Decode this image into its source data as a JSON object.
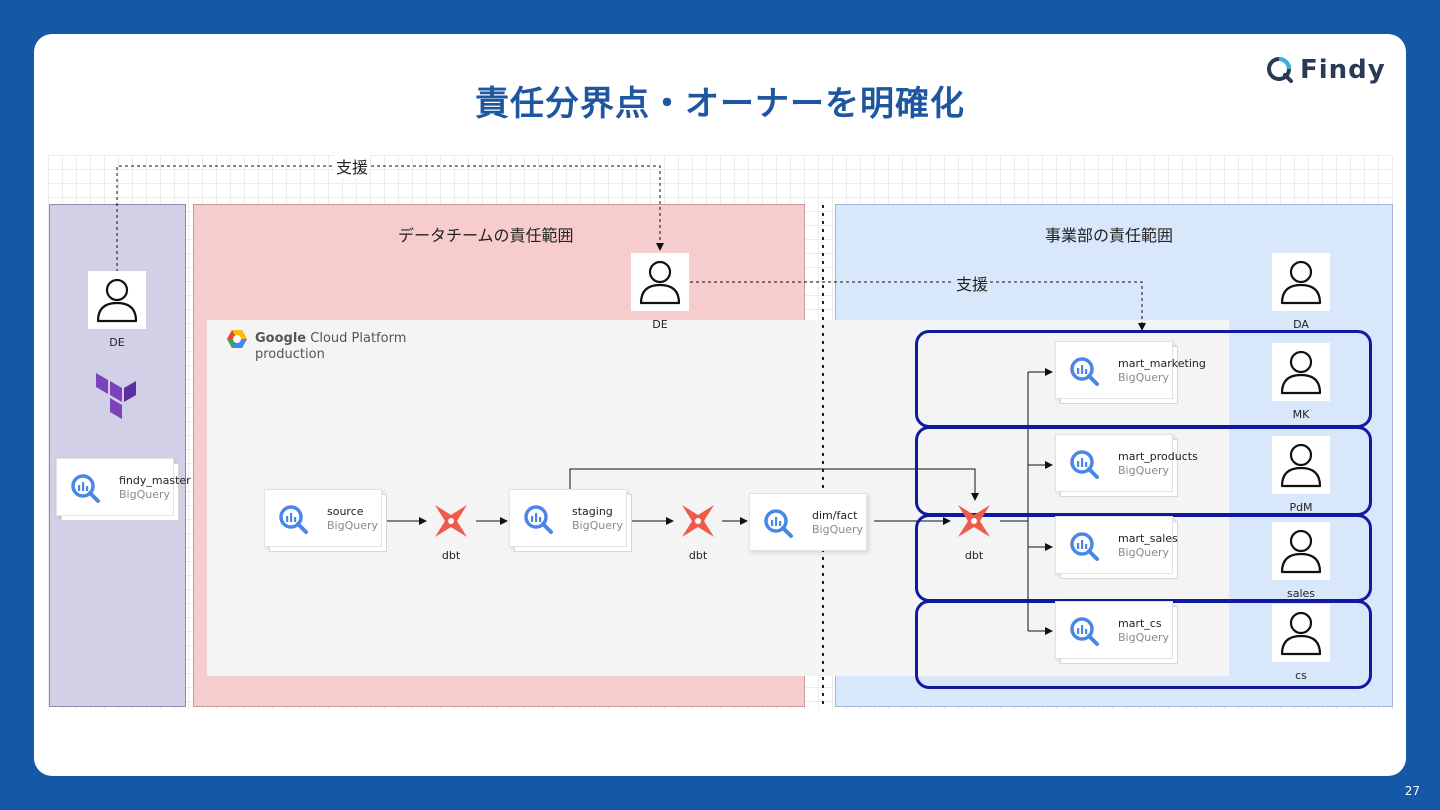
{
  "slide": {
    "title": "責任分界点・オーナーを明確化",
    "logo_text": "Findy",
    "page_number": "27"
  },
  "diagram": {
    "zones": {
      "data_team": "データチームの責任範囲",
      "business": "事業部の責任範囲"
    },
    "gcp": {
      "name_bold": "Google",
      "name_rest": "Cloud Platform",
      "env": "production"
    },
    "support_labels": [
      "支援",
      "支援"
    ],
    "people": {
      "de_left": "DE",
      "de_center": "DE",
      "da": "DA",
      "mk": "MK",
      "pdm": "PdM",
      "sales": "sales",
      "cs": "cs"
    },
    "nodes": {
      "findy_master": {
        "name": "findy_master",
        "type": "BigQuery"
      },
      "source": {
        "name": "source",
        "type": "BigQuery"
      },
      "staging": {
        "name": "staging",
        "type": "BigQuery"
      },
      "dim_fact": {
        "name": "dim/fact",
        "type": "BigQuery"
      },
      "mart_marketing": {
        "name": "mart_marketing",
        "type": "BigQuery"
      },
      "mart_products": {
        "name": "mart_products",
        "type": "BigQuery"
      },
      "mart_sales": {
        "name": "mart_sales",
        "type": "BigQuery"
      },
      "mart_cs": {
        "name": "mart_cs",
        "type": "BigQuery"
      }
    },
    "dbt_labels": [
      "dbt",
      "dbt",
      "dbt"
    ],
    "icons": [
      "person-icon",
      "bigquery-icon",
      "dbt-icon",
      "terraform-icon",
      "gcp-icon",
      "findy-logo-icon"
    ],
    "colors": {
      "background": "#1558a8",
      "title": "#1e56a0",
      "data_zone": "#f6cccc",
      "business_zone": "#d9e7fa",
      "infra_zone": "#d2d0e6",
      "responsibility_box": "#0f1aa0",
      "dbt": "#f05a4a",
      "terraform": "#7b42bc",
      "bigquery": "#4a86e8"
    }
  }
}
